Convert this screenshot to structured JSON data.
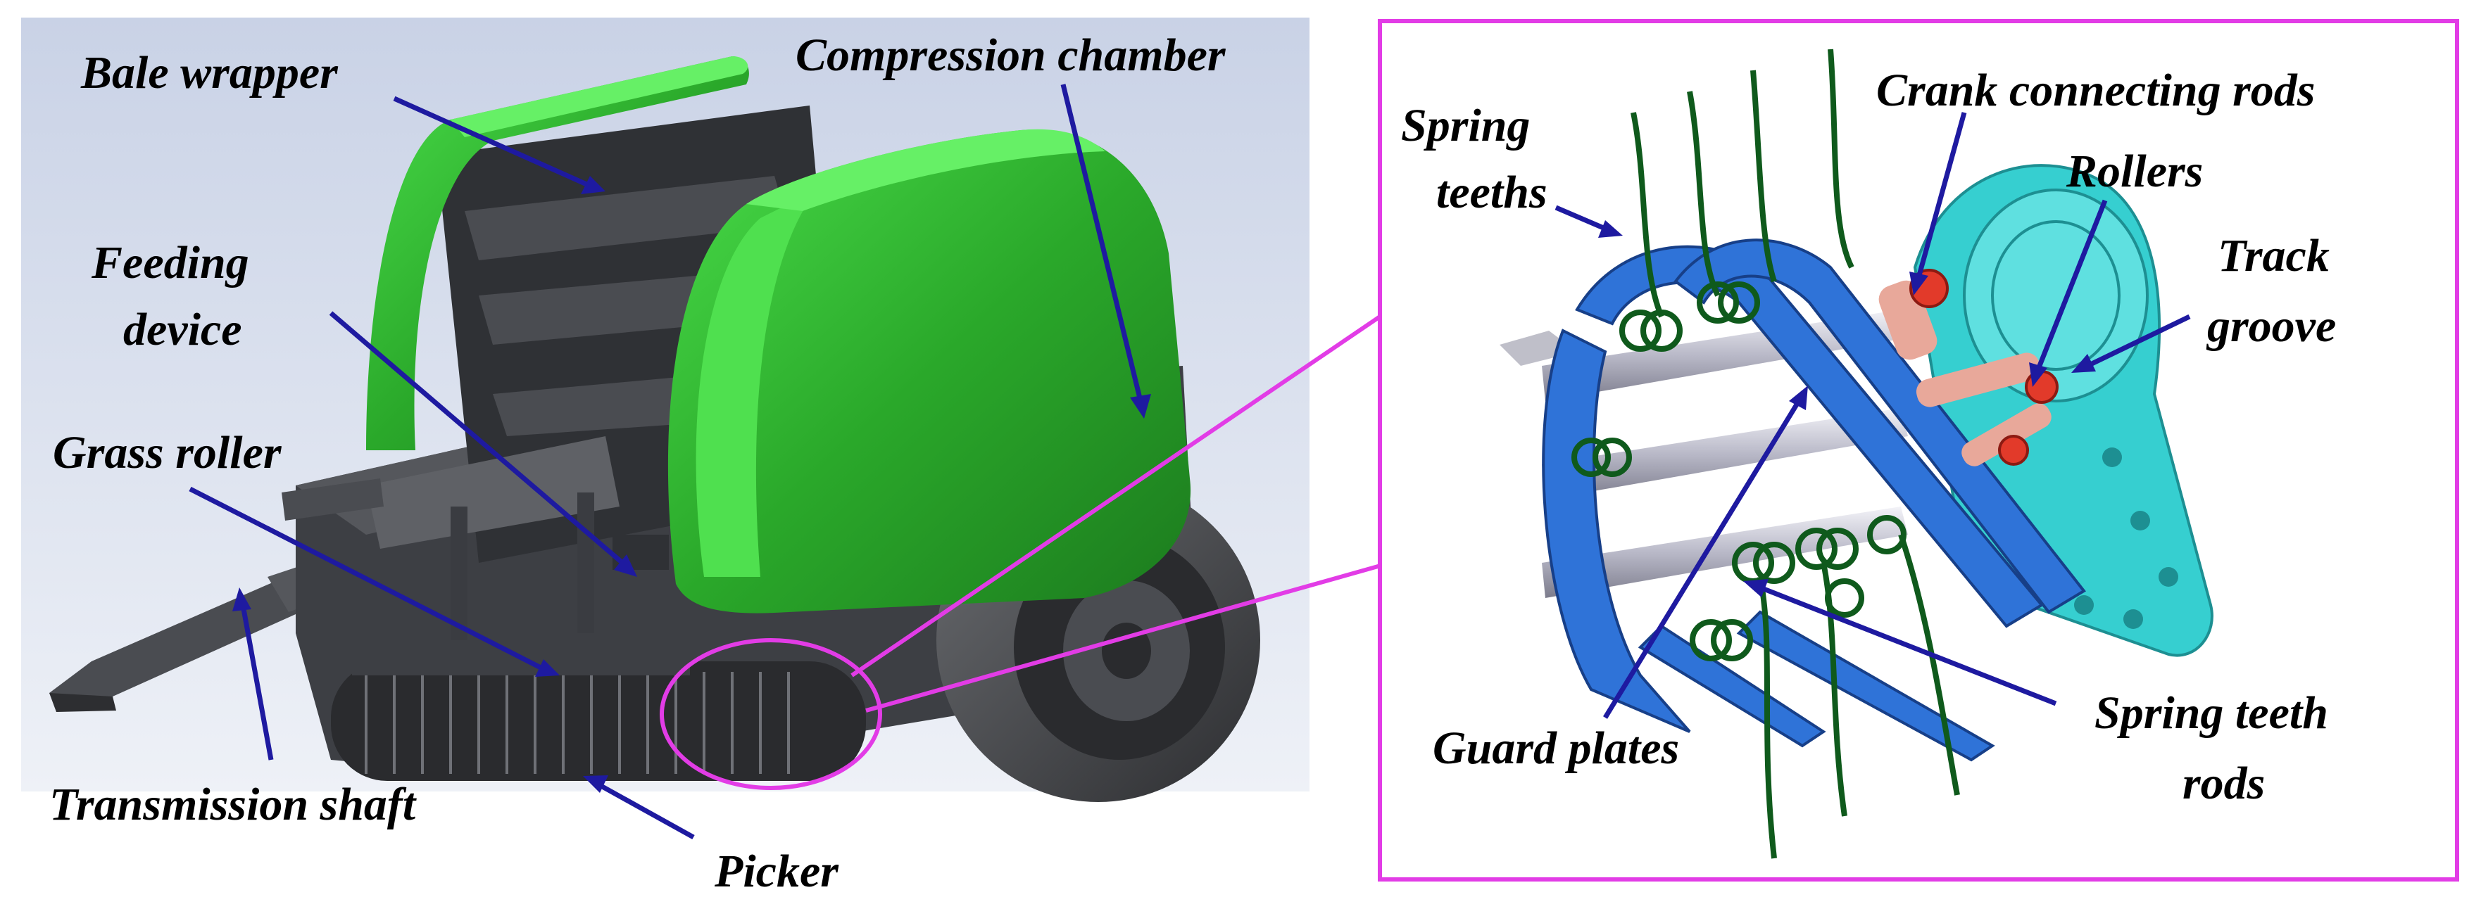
{
  "colors": {
    "baler_green": "#2aa82a",
    "baler_green_light": "#4fe04f",
    "machine_dark": "#3d3f44",
    "leader_blue": "#1e1aa0",
    "callout_magenta": "#e23ce6",
    "guard_blue": "#2f73d8",
    "track_cyan": "#36cfd0",
    "teeth_green": "#0f5a1c",
    "roller_red": "#e23a2a",
    "rod_gray": "#c8c8d4"
  },
  "labels": {
    "bale_wrapper": "Bale wrapper",
    "compression_chamber": "Compression chamber",
    "feeding_device_line1": "Feeding",
    "feeding_device_line2": "device",
    "grass_roller": "Grass roller",
    "transmission_shaft": "Transmission shaft",
    "picker": "Picker",
    "spring_teeths_line1": "Spring",
    "spring_teeths_line2": "teeths",
    "crank_connecting_rods": "Crank connecting rods",
    "rollers": "Rollers",
    "track_groove_line1": "Track",
    "track_groove_line2": "groove",
    "guard_plates": "Guard plates",
    "spring_teeth_rods_line1": "Spring teeth",
    "spring_teeth_rods_line2": "rods"
  }
}
